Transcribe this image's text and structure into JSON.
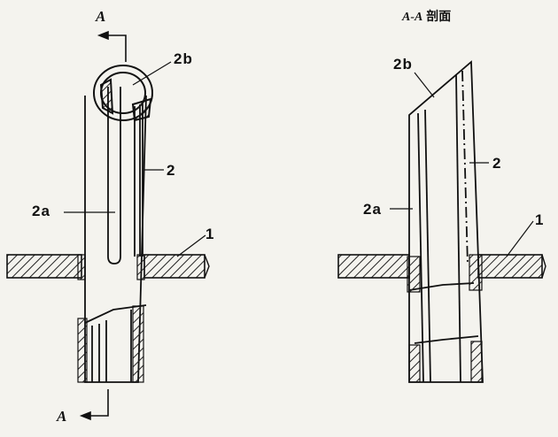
{
  "section_title": {
    "mark": "A-A",
    "text": "剖面"
  },
  "section_marks": {
    "top": "A",
    "bottom": "A"
  },
  "left_view": {
    "labels": {
      "cap": "2b",
      "pipe": "2",
      "slot": "2a",
      "plate": "1"
    }
  },
  "right_view": {
    "labels": {
      "cap": "2b",
      "pipe": "2",
      "slot": "2a",
      "plate": "1"
    }
  },
  "colors": {
    "ink": "#111111",
    "paper": "#f4f3ee",
    "hatch": "#222222"
  }
}
